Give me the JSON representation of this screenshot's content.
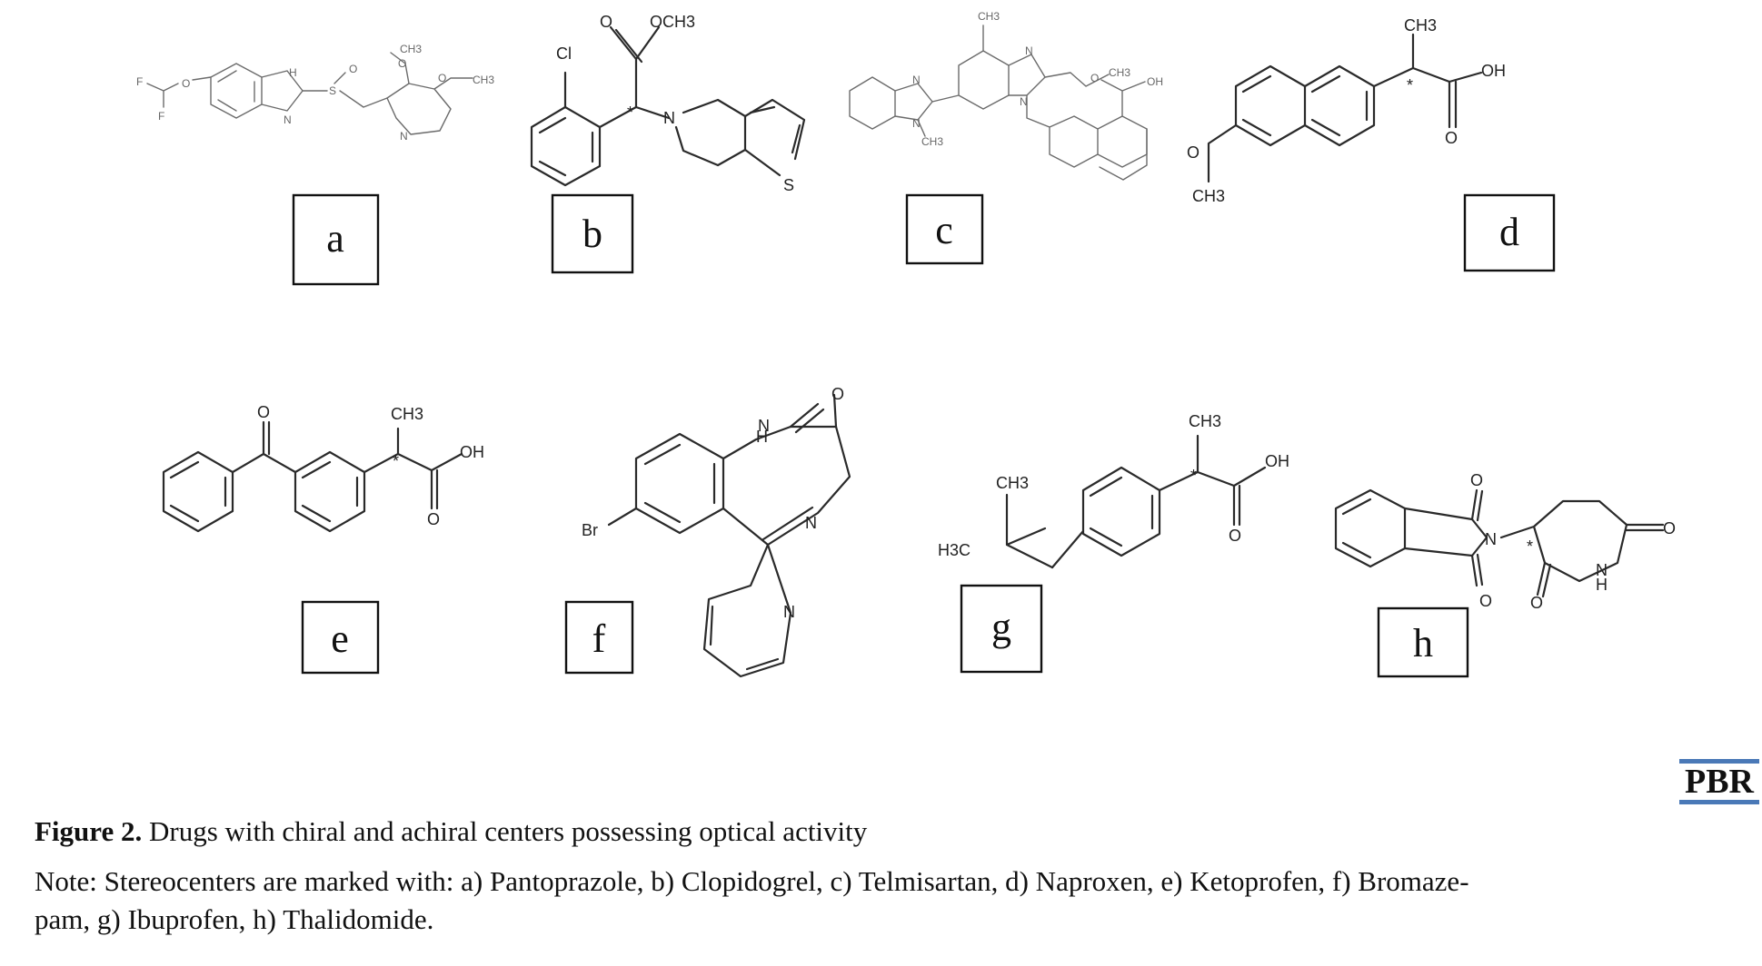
{
  "figure": {
    "panels": [
      {
        "id": "a",
        "label": "a"
      },
      {
        "id": "b",
        "label": "b"
      },
      {
        "id": "c",
        "label": "c"
      },
      {
        "id": "d",
        "label": "d"
      },
      {
        "id": "e",
        "label": "e"
      },
      {
        "id": "f",
        "label": "f"
      },
      {
        "id": "g",
        "label": "g"
      },
      {
        "id": "h",
        "label": "h"
      }
    ],
    "atoms": {
      "F": "F",
      "O": "O",
      "N": "N",
      "H": "H",
      "S": "S",
      "Cl": "Cl",
      "Br": "Br",
      "CH3": "CH3",
      "OCH3": "OCH3",
      "OH": "OH",
      "H3C": "H3C",
      "NH": "NH",
      "star": "*"
    }
  },
  "logo": {
    "text": "PBR",
    "accent_color": "#4a79b7"
  },
  "caption": {
    "title_bold": "Figure 2.",
    "title_text": " Drugs with chiral and achiral centers possessing optical activity",
    "note_line1": "Note: Stereocenters are marked with: a) Pantoprazole, b) Clopidogrel, c) Telmisartan, d) Naproxen, e) Ketoprofen, f) Bromaze-",
    "note_line2": "pam, g) Ibuprofen, h) Thalidomide."
  }
}
